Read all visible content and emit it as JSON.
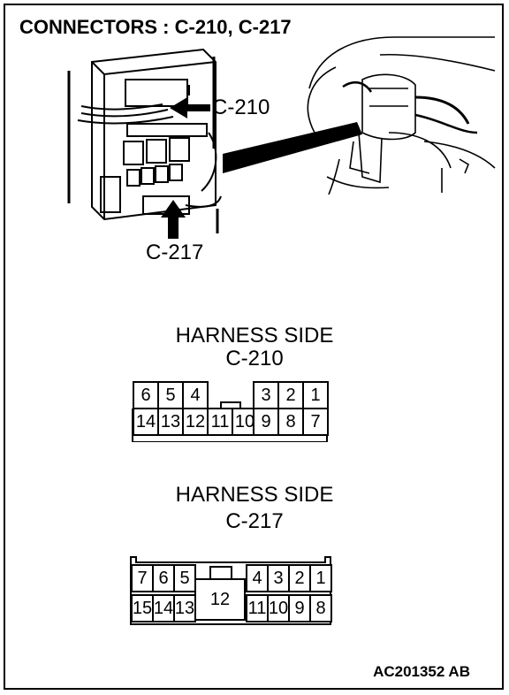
{
  "title": "CONNECTORS : C-210, C-217",
  "callouts": {
    "c210": "C-210",
    "c217": "C-217"
  },
  "connector_c210": {
    "heading": "HARNESS SIDE",
    "name": "C-210",
    "top_row": [
      "6",
      "5",
      "4",
      "3",
      "2",
      "1"
    ],
    "bottom_row": [
      "14",
      "13",
      "12",
      "11",
      "10",
      "9",
      "8",
      "7"
    ]
  },
  "connector_c217": {
    "heading": "HARNESS SIDE",
    "name": "C-217",
    "top_row": [
      "7",
      "6",
      "5",
      "4",
      "3",
      "2",
      "1"
    ],
    "bottom_row": [
      "15",
      "14",
      "13",
      "11",
      "10",
      "9",
      "8"
    ],
    "center_pin": "12"
  },
  "figure_id": "AC201352 AB"
}
